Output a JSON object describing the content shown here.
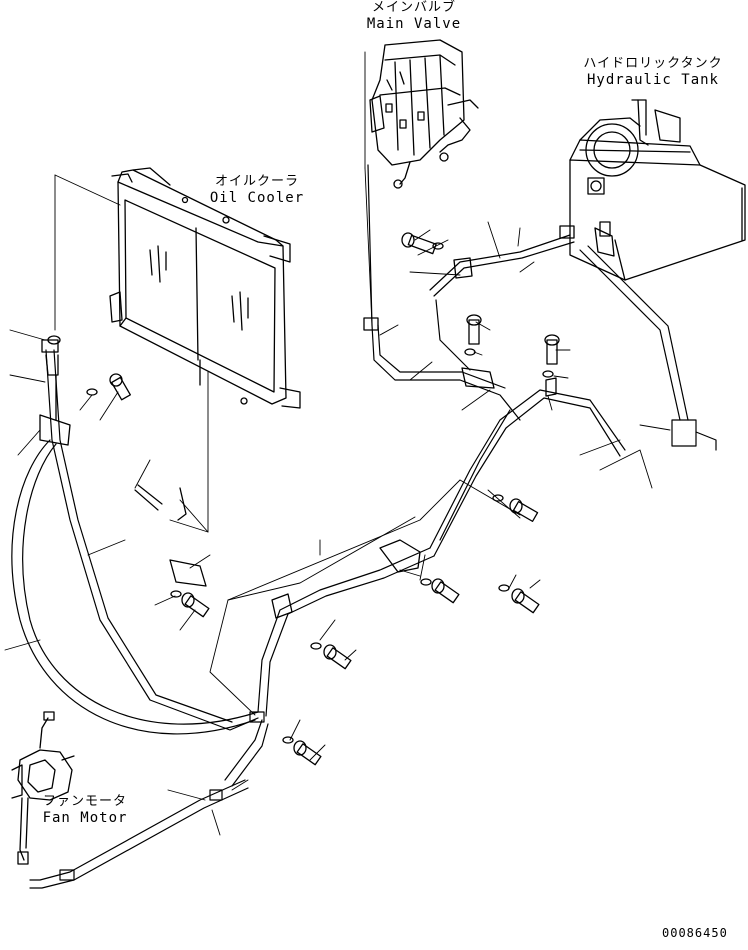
{
  "labels": {
    "main_valve": {
      "jp": "メインバルブ",
      "en": "Main Valve"
    },
    "hydraulic_tank": {
      "jp": "ハイドロリックタンク",
      "en": "Hydraulic Tank"
    },
    "oil_cooler": {
      "jp": "オイルクーラ",
      "en": "Oil Cooler"
    },
    "fan_motor": {
      "jp": "ファンモータ",
      "en": "Fan Motor"
    }
  },
  "drawing_number": "00086450"
}
